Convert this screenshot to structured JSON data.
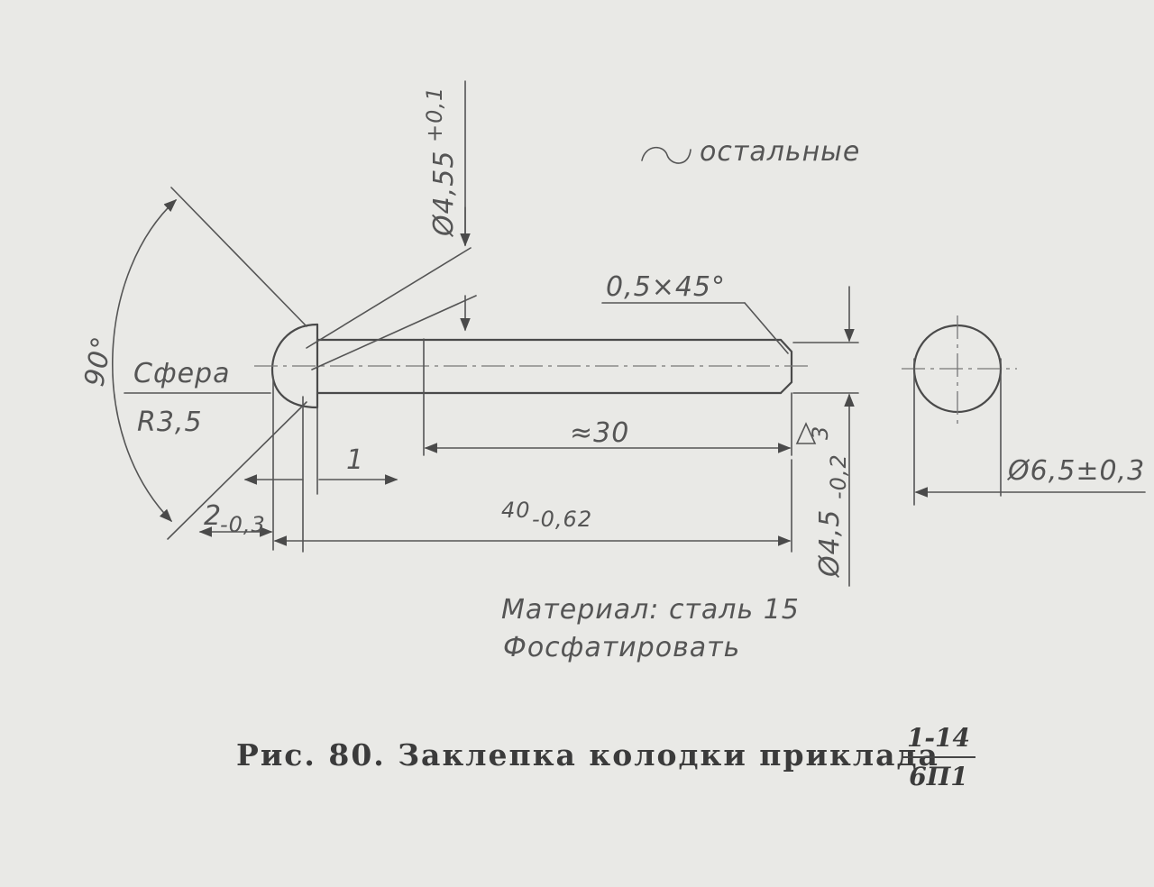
{
  "drawing": {
    "roughness_note": "остальные",
    "chamfer": "0,5×45°",
    "dia_head": "Ø4,55",
    "dia_head_tol": "+0,1",
    "angle": "90°",
    "sphere_label": "Сфера",
    "sphere_radius": "R3,5",
    "approx_length": "≈30",
    "dim_1": "1",
    "head_height": "2",
    "head_height_tol": "-0,3",
    "total_length": "40",
    "total_length_tol": "-0,62",
    "dia_shank": "Ø4,5",
    "dia_shank_tol": "-0,2",
    "roughness_class": "3",
    "dia_end": "Ø6,5±0,3",
    "material": "Материал: сталь 15",
    "treatment": "Фосфатировать"
  },
  "caption": {
    "text": "Рис. 80. Заклепка колодки приклада",
    "frac_top": "1-14",
    "frac_bottom": "6П1"
  }
}
